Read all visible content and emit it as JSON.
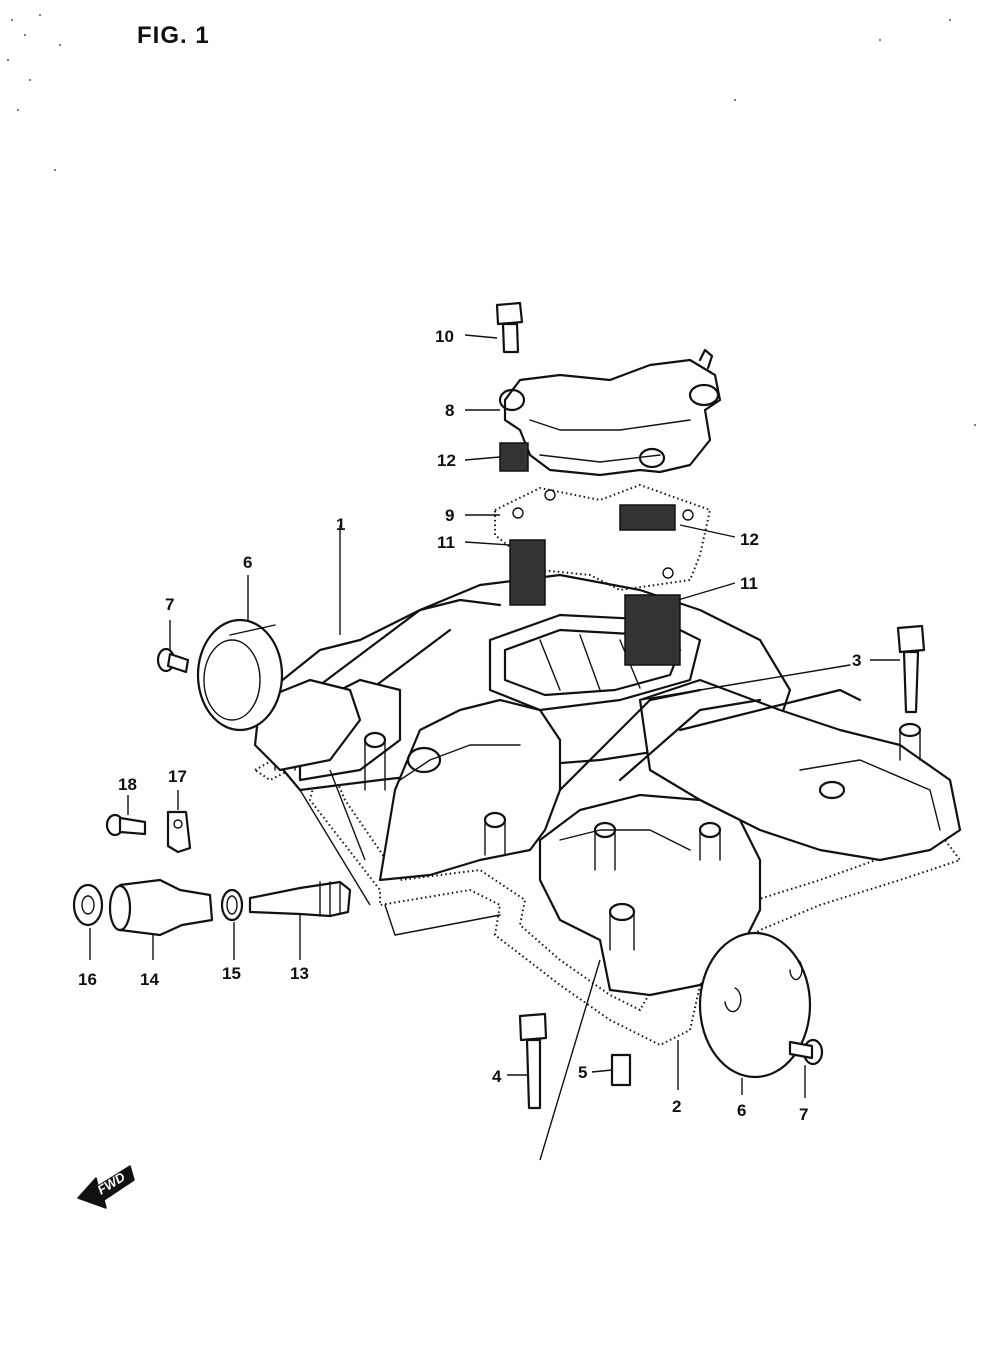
{
  "figure": {
    "title": "FIG. 1",
    "direction_label": "FWD"
  },
  "callouts": [
    {
      "id": "c10",
      "text": "10"
    },
    {
      "id": "c8",
      "text": "8"
    },
    {
      "id": "c12a",
      "text": "12"
    },
    {
      "id": "c9",
      "text": "9"
    },
    {
      "id": "c12b",
      "text": "12"
    },
    {
      "id": "c11a",
      "text": "11"
    },
    {
      "id": "c11b",
      "text": "11"
    },
    {
      "id": "c6a",
      "text": "6"
    },
    {
      "id": "c7a",
      "text": "7"
    },
    {
      "id": "c1",
      "text": "1"
    },
    {
      "id": "c3",
      "text": "3"
    },
    {
      "id": "c18",
      "text": "18"
    },
    {
      "id": "c17",
      "text": "17"
    },
    {
      "id": "c16",
      "text": "16"
    },
    {
      "id": "c14",
      "text": "14"
    },
    {
      "id": "c15",
      "text": "15"
    },
    {
      "id": "c13",
      "text": "13"
    },
    {
      "id": "c4",
      "text": "4"
    },
    {
      "id": "c5",
      "text": "5"
    },
    {
      "id": "c2",
      "text": "2"
    },
    {
      "id": "c6b",
      "text": "6"
    },
    {
      "id": "c7b",
      "text": "7"
    }
  ],
  "icons": {
    "direction_arrow": "forward-arrow-icon"
  }
}
